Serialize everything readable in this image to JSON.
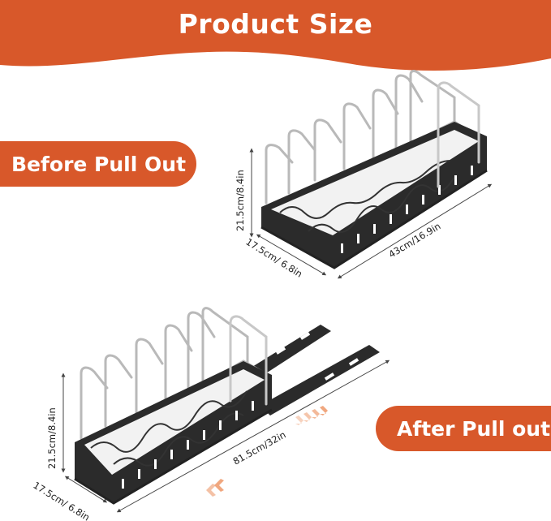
{
  "header": {
    "title": "Product Size"
  },
  "sections": {
    "before": {
      "label": "Before Pull Out",
      "height_dim": "21.5cm/8.4in",
      "length_dim": "43cm/16.9in",
      "width_dim": "17.5cm/ 6.8in"
    },
    "after": {
      "label": "After Pull out",
      "height_dim": "21.5cm/8.4in",
      "length_dim": "81.5cm/32in",
      "width_dim": "17.5cm/ 6.8in"
    }
  },
  "colors": {
    "accent": "#d8582a",
    "rack": "#2b2b2b",
    "wire": "#b9b9b9",
    "arrow": "#f0a77f"
  },
  "icons": [
    "rack-illustration",
    "dimension-arrow"
  ]
}
